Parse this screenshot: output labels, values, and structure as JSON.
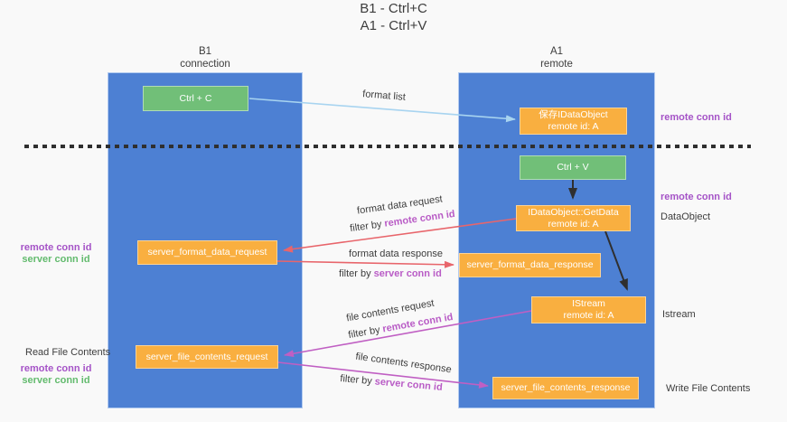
{
  "title": {
    "line1": "B1 - Ctrl+C",
    "line2": "A1 - Ctrl+V"
  },
  "lanes": {
    "left": {
      "name": "B1",
      "role": "connection"
    },
    "right": {
      "name": "A1",
      "role": "remote"
    }
  },
  "nodes": {
    "ctrl_c": {
      "label": "Ctrl + C"
    },
    "save_dataobject": {
      "line1": "保存IDataObject",
      "line2": "remote id: A"
    },
    "ctrl_v": {
      "label": "Ctrl + V"
    },
    "getdata": {
      "line1": "IDataObject::GetData",
      "line2": "remote id: A"
    },
    "format_request": {
      "label": "server_format_data_request"
    },
    "format_response": {
      "label": "server_format_data_response"
    },
    "istream": {
      "line1": "IStream",
      "line2": "remote id: A"
    },
    "file_request": {
      "label": "server_file_contents_request"
    },
    "file_response": {
      "label": "server_file_contents_response"
    }
  },
  "edges": {
    "format_list": {
      "label": "format list"
    },
    "format_data_request": {
      "label": "format data request",
      "filter_prefix": "filter by",
      "filter_key": "remote conn id"
    },
    "format_data_response": {
      "label": "format data response",
      "filter_prefix": "filter by",
      "filter_key": "server conn id"
    },
    "file_contents_request": {
      "label": "file contents request",
      "filter_prefix": "filter by",
      "filter_key": "remote conn id"
    },
    "file_contents_response": {
      "label": "file contents response",
      "filter_prefix": "filter by",
      "filter_key": "server conn id"
    }
  },
  "annotations": {
    "right_top_remote_conn_id": "remote conn id",
    "right_mid_remote_conn_id": "remote conn id",
    "right_dataobject": "DataObject",
    "right_istream": "Istream",
    "right_write_file_contents": "Write File Contents",
    "left_mid_remote_conn_id": "remote conn id",
    "left_mid_server_conn_id": "server conn id",
    "left_read_file_contents": "Read File Contents",
    "left_bottom_remote_conn_id": "remote conn id",
    "left_bottom_server_conn_id": "server conn id"
  },
  "colors": {
    "background": "#f9f9f9",
    "lane_fill": "#4d80d3",
    "lane_border": "#b3cbf0",
    "green_node": "#71bf78",
    "orange_node": "#f9af40",
    "node_text": "#ffffff",
    "dark_text": "#3d3d3d",
    "remote_conn_id_label": "#a553c7",
    "server_conn_id_label": "#63bb6e",
    "filter_key_text": "#b95cc6",
    "arrow_format_list": "#a8d4f0",
    "arrow_format_data": "#e8656b",
    "arrow_file_contents": "#c05fc3",
    "arrow_control_flow": "#2f2f2f",
    "separator": "#2f2f2f"
  }
}
